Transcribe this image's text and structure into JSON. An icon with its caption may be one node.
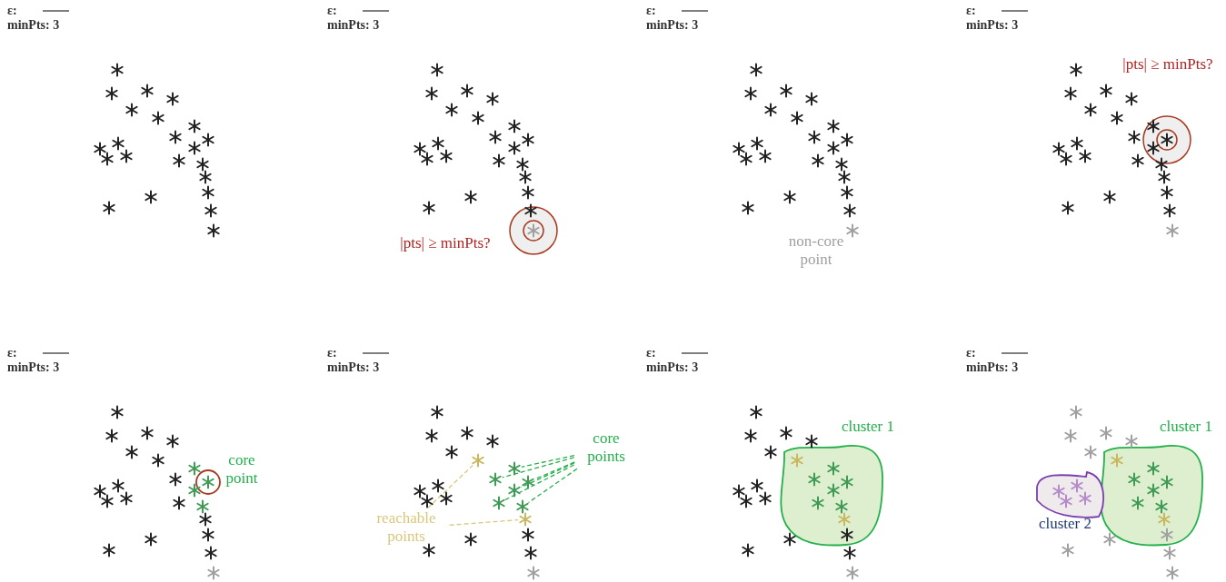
{
  "diagram": {
    "nodes": [
      {
        "text": [
          "core points"
        ]
      },
      {
        "text": [
          "reachable points"
        ]
      },
      {
        "text": [
          "cluster 1"
        ]
      },
      {
        "text": [
          "cluster 1"
        ]
      },
      {
        "text": [
          "cluster 2"
        ]
      },
      {
        "text": [],
        "shape": "asterisk"
      },
      {
        "text": [],
        "shape": "asterisk"
      },
      {
        "text": [],
        "shape": "asterisk"
      },
      {
        "text": [],
        "shape": "asterisk"
      },
      {
        "text": [],
        "shape": "asterisk"
      },
      {
        "text": [],
        "shape": "asterisk"
      },
      {
        "text": [],
        "shape": "asterisk"
      },
      {
        "text": [],
        "shape": "asterisk"
      }
    ],
    "edges": [
      {
        "from": 0,
        "to": 6,
        "arrow": "none",
        "style": "dashed"
      },
      {
        "from": 0,
        "to": 7,
        "arrow": "none",
        "style": "dashed"
      },
      {
        "from": 0,
        "to": 8,
        "arrow": "none",
        "style": "dashed"
      },
      {
        "from": 0,
        "to": 9,
        "arrow": "none",
        "style": "dashed"
      },
      {
        "from": 0,
        "to": 10,
        "arrow": "none",
        "style": "dashed"
      },
      {
        "from": 0,
        "to": 11,
        "arrow": "none",
        "style": "dashed"
      },
      {
        "from": 1,
        "to": 5,
        "arrow": "none",
        "style": "dashed",
        "color": "#d9c77c"
      },
      {
        "from": 1,
        "to": 12,
        "arrow": "none",
        "style": "dashed",
        "color": "#d9c77c"
      }
    ],
    "labels": [
      "ε:",
      "minPts: 3",
      "ε:",
      "minPts: 3",
      "|pts| ≥ minPts?",
      "ε:",
      "minPts: 3",
      "non-core point",
      "ε:",
      "minPts: 3",
      "|pts| ≥ minPts?",
      "ε:",
      "minPts: 3",
      "core point",
      "ε:",
      "minPts: 3",
      "ε:",
      "minPts: 3",
      "ε:",
      "minPts: 3"
    ]
  }
}
